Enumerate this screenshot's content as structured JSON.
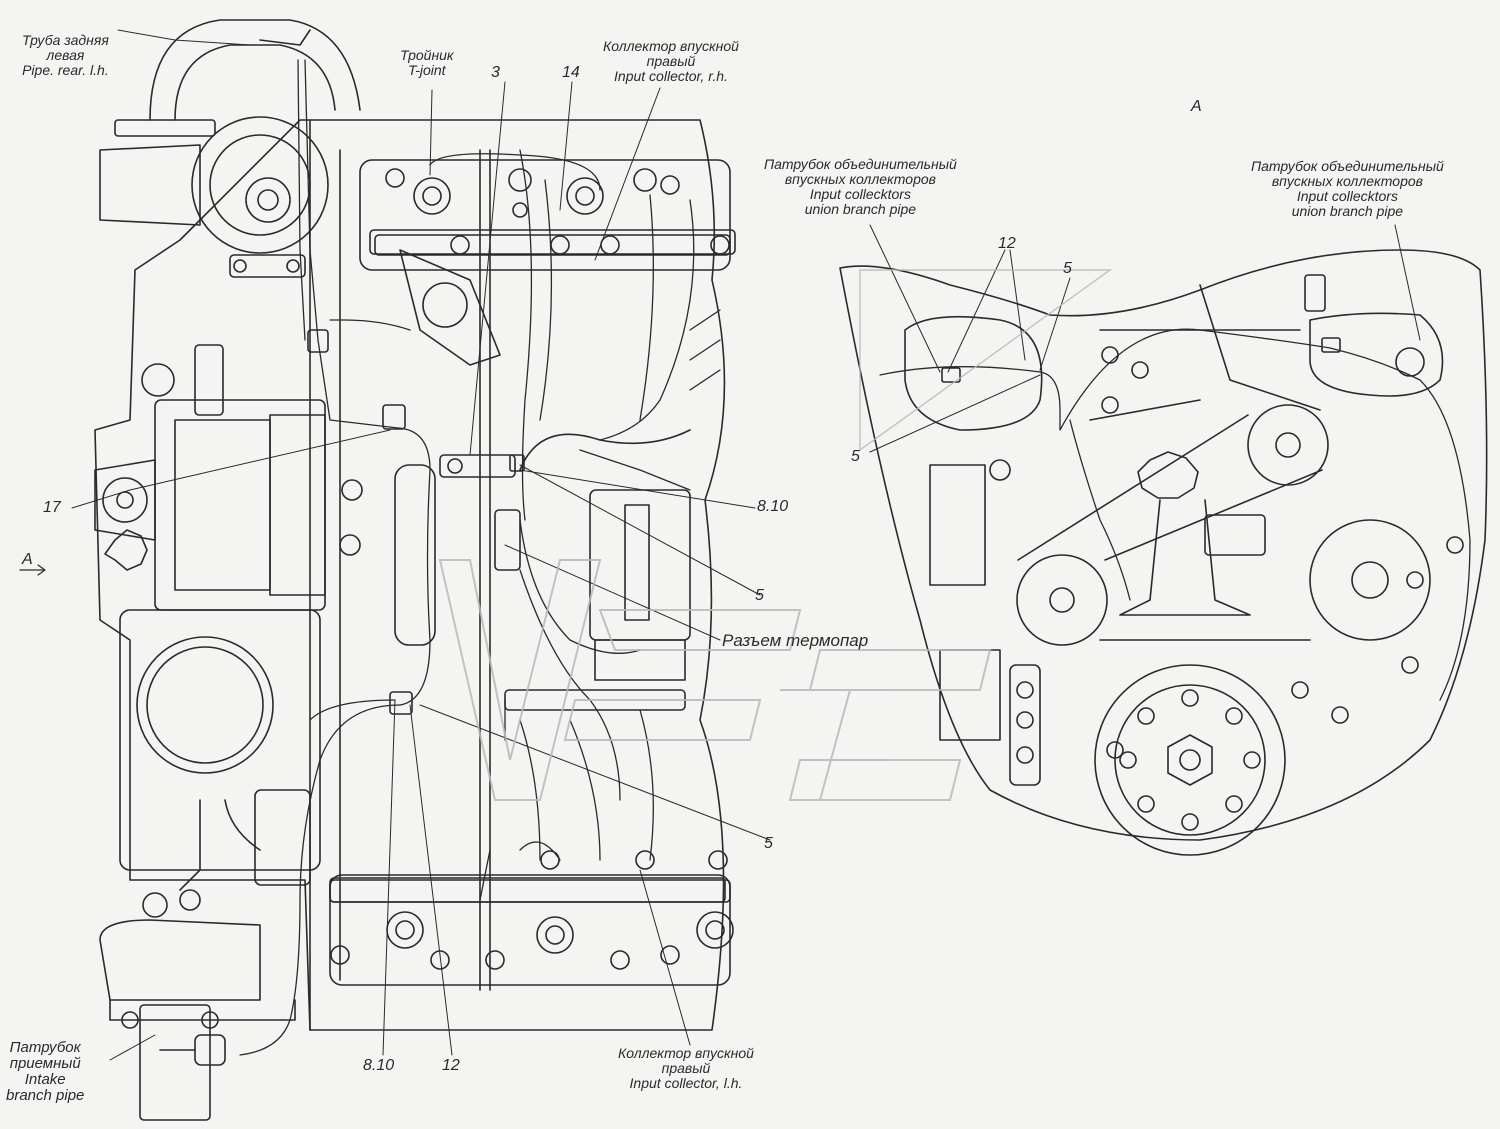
{
  "callouts": {
    "pipe_rear_lh": {
      "ru_1": "Труба задняя",
      "ru_2": "левая",
      "en": "Pipe. rear. l.h."
    },
    "t_joint": {
      "ru": "Тройник",
      "en": "T-joint"
    },
    "collector_rh": {
      "ru_1": "Коллектор впускной",
      "ru_2": "правый",
      "en": "Input collector, r.h."
    },
    "collector_lh": {
      "ru_1": "Коллектор впускной",
      "ru_2": "правый",
      "en": "Input collector, l.h."
    },
    "union_pipe_left": {
      "ru_1": "Патрубок объединительный",
      "ru_2": "впускных коллекторов",
      "en_1": "Input collecktors",
      "en_2": "union branch pipe"
    },
    "union_pipe_right": {
      "ru_1": "Патрубок объединительный",
      "ru_2": "впускных коллекторов",
      "en_1": "Input collecktors",
      "en_2": "union branch pipe"
    },
    "intake_branch_pipe": {
      "ru_1": "Патрубок",
      "ru_2": "приемный",
      "en_1": "Intake",
      "en_2": "branch pipe"
    },
    "thermocouple_connector": "Разъем термопар"
  },
  "numbers": {
    "n3": "3",
    "n14": "14",
    "n17": "17",
    "n8_10_right": "8.10",
    "n5_mid": "5",
    "n5_low": "5",
    "n8_10_bottom": "8.10",
    "n12_bottom": "12",
    "view_a_arrow": "A",
    "view_a_title": "A",
    "n12_inset": "12",
    "n5_inset_top": "5",
    "n5_inset_left": "5"
  },
  "colors": {
    "line": "#2a2a2a",
    "background": "#f4f4f2",
    "watermark": "#b8b8b8"
  }
}
